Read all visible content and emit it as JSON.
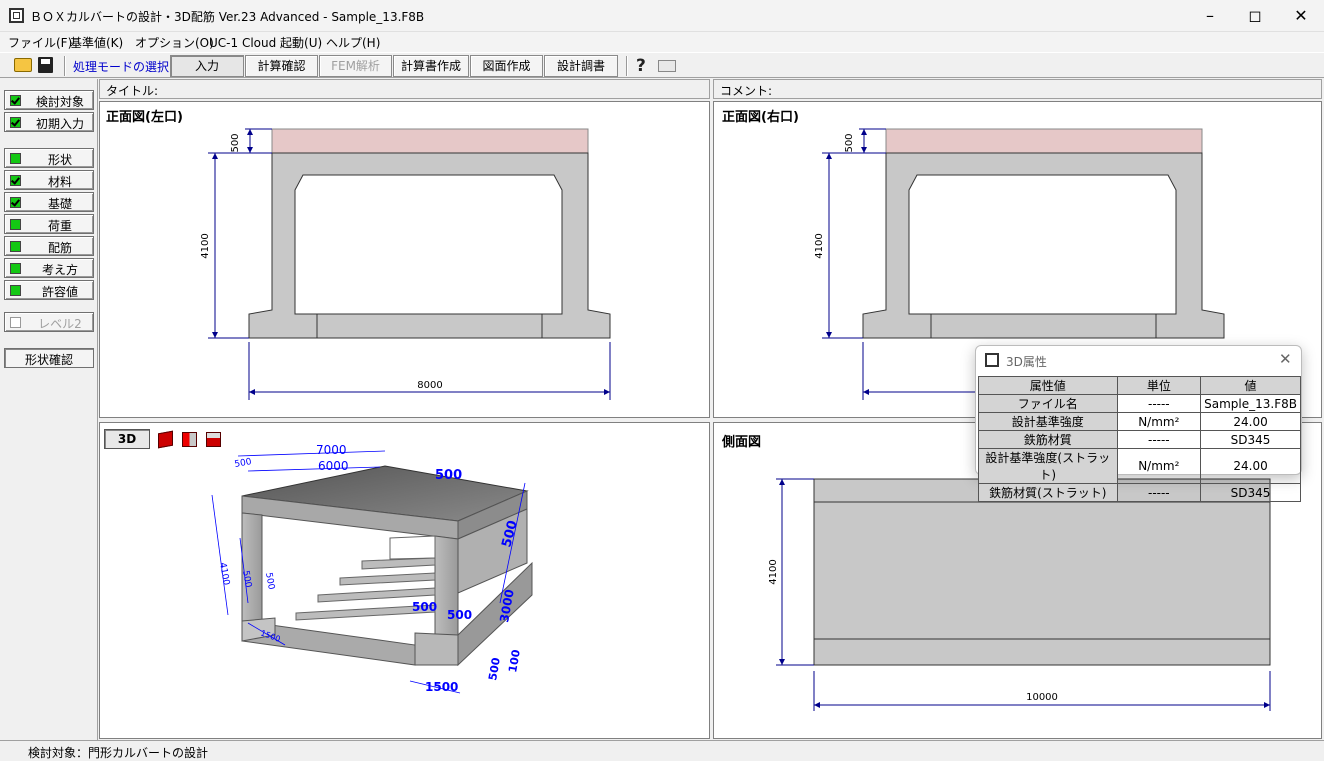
{
  "window": {
    "title": "ＢＯＸカルバートの設計・3D配筋 Ver.23 Advanced - Sample_13.F8B"
  },
  "menu": [
    "ファイル(F)",
    "基準値(K)",
    "オプション(O)",
    "UC-1 Cloud 起動(U)",
    "ヘルプ(H)"
  ],
  "toolbar": {
    "mode_label": "処理モードの選択",
    "buttons": [
      "入力",
      "計算確認",
      "FEM解析",
      "計算書作成",
      "図面作成",
      "設計調書"
    ]
  },
  "left": {
    "top_items": [
      "検討対象",
      "初期入力"
    ],
    "items": [
      "形状",
      "材料",
      "基礎",
      "荷重",
      "配筋",
      "考え方",
      "許容値"
    ],
    "level2": "レベル2",
    "shape_check": "形状確認"
  },
  "header": {
    "title_label": "タイトル:",
    "comment_label": "コメント:"
  },
  "panels": {
    "front_left": {
      "title": "正面図(左口)",
      "dim_top": "500",
      "dim_height": "4100",
      "dim_width": "8000"
    },
    "front_right": {
      "title": "正面図(右口)",
      "dim_top": "500",
      "dim_height": "4100"
    },
    "side": {
      "title": "側面図",
      "dim_height": "4100",
      "dim_width": "10000"
    },
    "view3d": {
      "button": "3D",
      "dims": [
        "7000",
        "6000",
        "500",
        "500",
        "500",
        "4100",
        "500",
        "500",
        "1500",
        "500",
        "500",
        "3000",
        "500",
        "100",
        "1500"
      ]
    }
  },
  "dialog": {
    "title": "3D属性",
    "columns": [
      "属性値",
      "単位",
      "値"
    ],
    "rows": [
      [
        "ファイル名",
        "-----",
        "Sample_13.F8B"
      ],
      [
        "設計基準強度",
        "N/mm²",
        "24.00"
      ],
      [
        "鉄筋材質",
        "-----",
        "SD345"
      ],
      [
        "設計基準強度(ストラット)",
        "N/mm²",
        "24.00"
      ],
      [
        "鉄筋材質(ストラット)",
        "-----",
        "SD345"
      ]
    ]
  },
  "status": {
    "text": "検討対象：門形カルバートの設計"
  },
  "colors": {
    "pavement": "#e6c8c8",
    "concrete": "#c8c8c8",
    "dimension": "#00008b",
    "dim3d": "#0000ff"
  }
}
